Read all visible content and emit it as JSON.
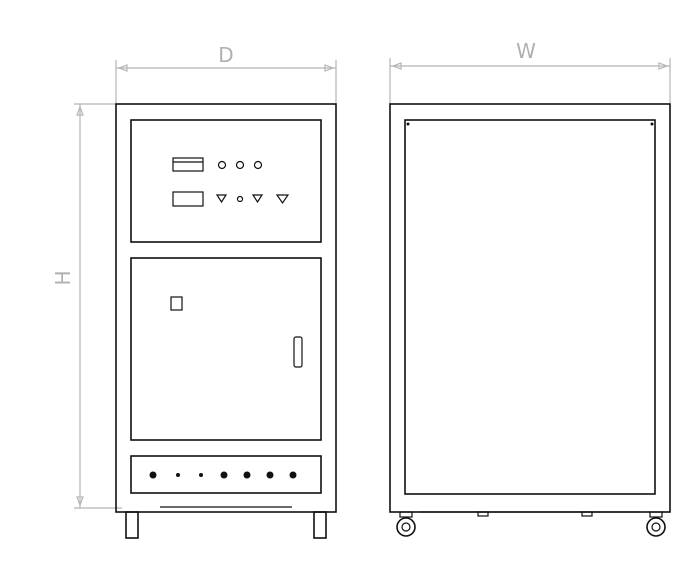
{
  "dimensions": {
    "depth_label": "D",
    "width_label": "W",
    "height_label": "H"
  },
  "colors": {
    "outline": "#111111",
    "dimension": "#b5b5b5"
  }
}
